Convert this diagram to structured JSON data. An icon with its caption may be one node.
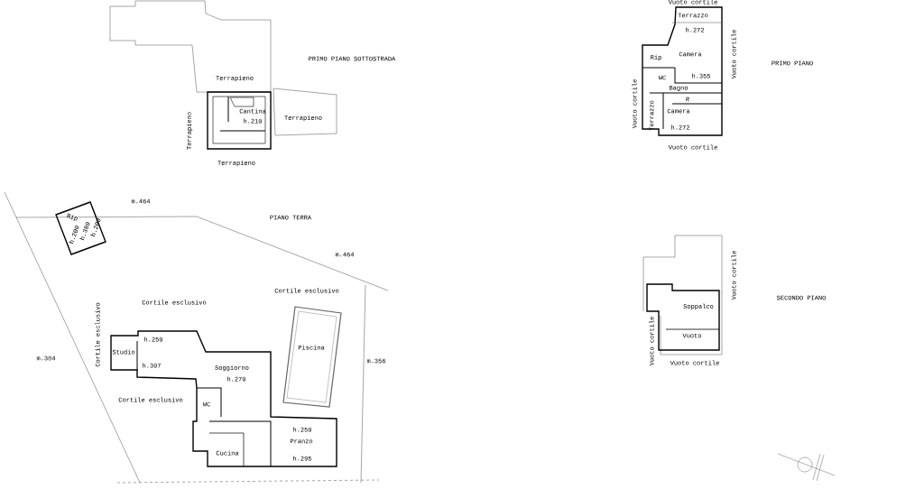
{
  "diagram": {
    "labels": [
      "Vuoto cortile",
      "Terrazzo",
      "h.272",
      "Camera",
      "Vuoto cortile",
      "PRIMO PIANO SOTTOSTRADA",
      "Rip",
      "PRIMO PIANO",
      "Terrapieno",
      "WC",
      "h.355",
      "Bagno",
      "Vuoto cortile",
      "R",
      "Cantina",
      "Camera",
      "Terrazzo",
      "h.210",
      "Terrapieno",
      "Terrapieno",
      "h.272",
      "Vuoto cortile",
      "Terrapieno",
      "m.464",
      "PIANO TERRA",
      "Rip",
      "h.200",
      "h.380",
      "h.200",
      "m.464",
      "Vuoto cortile",
      "Cortile esclusivo",
      "SECONDO PIANO",
      "Cortile esclusivo",
      "Soppalco",
      "Cortile esclusivo",
      "h.250",
      "Vuoto",
      "Piscina",
      "Studio",
      "Vuoto cortile",
      "m.384",
      "m.356",
      "h.307",
      "Vuoto cortile",
      "Soggiorno",
      "h.270",
      "Cortile esclusivo",
      "WC",
      "h.250",
      "Pranzo",
      "Cucina",
      "h.295"
    ]
  }
}
